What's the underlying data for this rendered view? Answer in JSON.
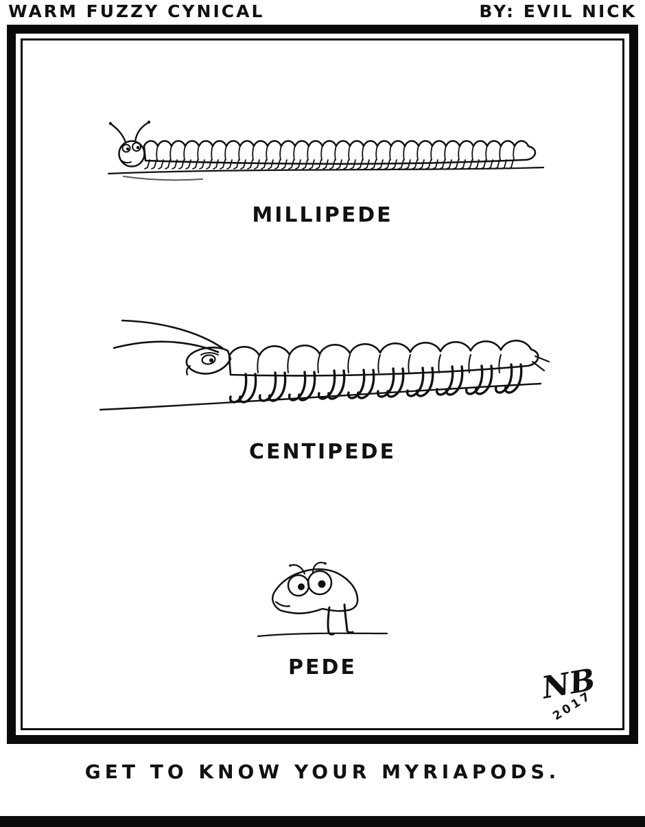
{
  "header": {
    "title": "WARM FUZZY CYNICAL",
    "byline": "BY: EVIL NICK"
  },
  "panels": [
    {
      "label": "MILLIPEDE"
    },
    {
      "label": "CENTIPEDE"
    },
    {
      "label": "PEDE"
    }
  ],
  "caption": "GET TO KNOW YOUR MYRIAPODS.",
  "signature": {
    "initials": "NB",
    "year": "2017"
  },
  "colors": {
    "ink": "#111111",
    "paper": "#ffffff",
    "frame": "#0a0a0a"
  }
}
